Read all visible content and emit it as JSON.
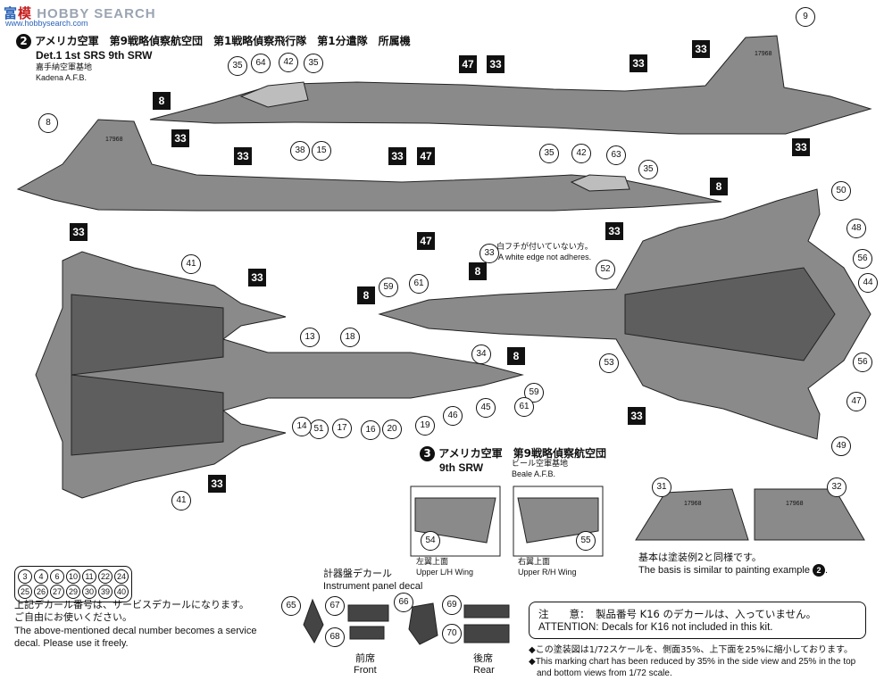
{
  "watermark": {
    "part1": "富",
    "part2": "模",
    "part3": "HOBBY SEARCH",
    "sub": "www.hobbysearch.com"
  },
  "scheme2": {
    "number": "2",
    "title_jp": "アメリカ空軍　第9戦略偵察航空団　第1戦略偵察飛行隊　第1分遣隊　所属機",
    "title_en": "Det.1 1st SRS 9th SRW",
    "base_jp": "嘉手納空軍基地",
    "base_en": "Kadena A.F.B."
  },
  "scheme3": {
    "number": "3",
    "title_jp": "アメリカ空軍　第9戦略偵察航空団",
    "title_en": "9th SRW",
    "base_jp": "ビール空軍基地",
    "base_en": "Beale A.F.B."
  },
  "white_edge_note": {
    "jp": "白フチが付いていない方。",
    "en": "A white edge not adheres."
  },
  "upper_lh_wing": {
    "jp": "左翼上面",
    "en": "Upper L/H Wing"
  },
  "upper_rh_wing": {
    "jp": "右翼上面",
    "en": "Upper R/H Wing"
  },
  "tail_serial": "17968",
  "basis_note": {
    "jp": "基本は塗装例2と同様です。",
    "en": "The basis is similar to painting example"
  },
  "service_decals": {
    "row1": [
      "3",
      "4",
      "6",
      "10",
      "11",
      "22",
      "24"
    ],
    "row2": [
      "25",
      "26",
      "27",
      "29",
      "30",
      "39",
      "40"
    ],
    "note_jp1": "上記デカール番号は、サービスデカールになります。",
    "note_jp2": "ご自由にお使いください。",
    "note_en1": "The above-mentioned decal number becomes a service",
    "note_en2": "decal. Please use it freely."
  },
  "instrument_panel": {
    "title_jp": "計器盤デカール",
    "title_en": "Instrument panel decal",
    "front_jp": "前席",
    "front_en": "Front",
    "rear_jp": "後席",
    "rear_en": "Rear"
  },
  "attention": {
    "jp_label": "注　　意：",
    "jp_text": "製品番号 K16 のデカールは、入っていません。",
    "en_text": "ATTENTION: Decals for K16 not included in this kit."
  },
  "scale_note": {
    "jp": "◆この塗装図は1/72スケールを、側面35%、上下面を25%に縮小しております。",
    "en1": "◆This marking chart has been reduced by 35% in the side view and 25% in the top",
    "en2": "and bottom views from 1/72 scale."
  },
  "callouts": {
    "c9": "9",
    "c33": "33",
    "c35": "35",
    "c64": "64",
    "c42": "42",
    "c47": "47",
    "c8": "8",
    "c38": "38",
    "c15": "15",
    "c63": "63",
    "c41": "41",
    "c13": "13",
    "c18": "18",
    "c34": "34",
    "c14": "14",
    "c51": "51",
    "c17": "17",
    "c16": "16",
    "c20": "20",
    "c19": "19",
    "c46": "46",
    "c45": "45",
    "c59": "59",
    "c61": "61",
    "c50": "50",
    "c48": "48",
    "c56": "56",
    "c44": "44",
    "c52": "52",
    "c53": "53",
    "c49": "49",
    "c54": "54",
    "c55": "55",
    "c31": "31",
    "c32": "32",
    "c65": "65",
    "c66": "66",
    "c67": "67",
    "c68": "68",
    "c69": "69",
    "c70": "70"
  },
  "colors": {
    "aircraft": "#8a8a8a",
    "dark": "#5e5e5e",
    "outline": "#222222"
  }
}
